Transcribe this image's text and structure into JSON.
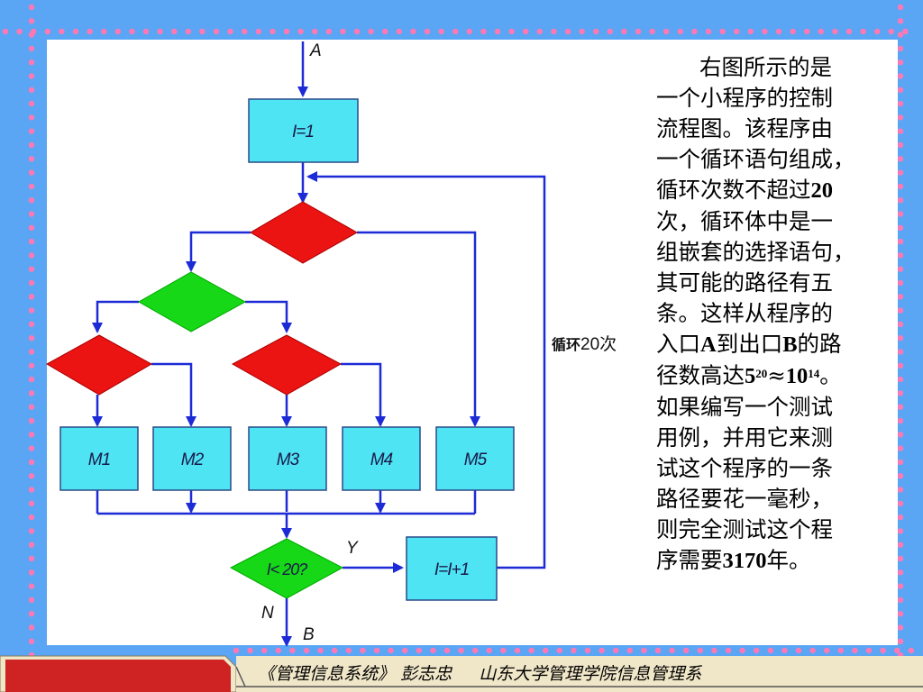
{
  "flowchart": {
    "entry_label": "A",
    "exit_label": "B",
    "init_box": "I=1",
    "modules": [
      "M1",
      "M2",
      "M3",
      "M4",
      "M5"
    ],
    "condition": "I< 20?",
    "increment_box": "I=I+1",
    "yes_label": "Y",
    "no_label": "N",
    "loop_label_a": "循环",
    "loop_label_b": "20次"
  },
  "description": {
    "lines": [
      "右图所示的是",
      "一个小程序的控制",
      "流程图。该程序由",
      "一个循环语句组成，",
      "循环次数不超过",
      "次，循环体中是一",
      "组嵌套的选择语句，",
      "其可能的路径有五",
      "条。这样从程序的",
      "入口",
      "到出口",
      "的路",
      "径数高达",
      "≈",
      "。",
      "如果编写一个测试",
      "用例，并用它来测",
      "试这个程序的一条",
      "路径要花一毫秒，",
      "则完全测试这个程",
      "序需要",
      "年。"
    ],
    "loop_count": "20",
    "entry": "A",
    "exit": "B",
    "base1": "5",
    "exp1": "20",
    "base2": "10",
    "exp2": "14",
    "years": "3170"
  },
  "footer": {
    "course": "《管理信息系统》",
    "author": "彭志忠",
    "school": "山东大学管理学院信息管理系"
  },
  "colors": {
    "background": "#5aa6f4",
    "dots": "#ff78b4",
    "box_fill": "#4ee4f4",
    "red_diamond": "#ec1313",
    "green_diamond": "#16d816",
    "arrow": "#1d2bd6",
    "footer_bar": "#cf2222"
  }
}
